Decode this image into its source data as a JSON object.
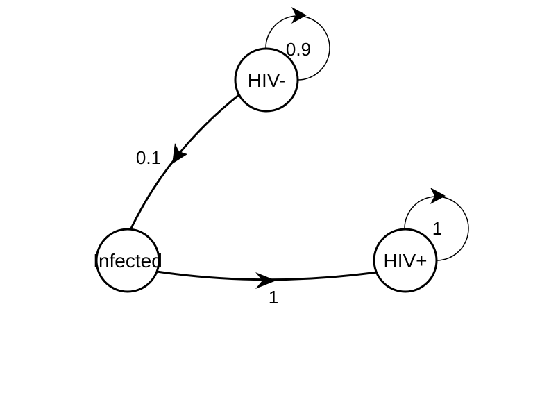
{
  "diagram": {
    "type": "markov-chain",
    "nodes": [
      {
        "id": "hiv_neg",
        "label": "HIV-"
      },
      {
        "id": "infected",
        "label": "Infected"
      },
      {
        "id": "hiv_pos",
        "label": "HIV+"
      }
    ],
    "edges": [
      {
        "id": "hiv_neg_self",
        "from": "hiv_neg",
        "to": "hiv_neg",
        "label": "0.9"
      },
      {
        "id": "hiv_neg_to_infected",
        "from": "hiv_neg",
        "to": "infected",
        "label": "0.1"
      },
      {
        "id": "infected_to_hiv_pos",
        "from": "infected",
        "to": "hiv_pos",
        "label": "1"
      },
      {
        "id": "hiv_pos_self",
        "from": "hiv_pos",
        "to": "hiv_pos",
        "label": "1"
      }
    ],
    "colors": {
      "stroke": "#000000",
      "node_fill": "#ffffff",
      "background": "#ffffff"
    }
  }
}
